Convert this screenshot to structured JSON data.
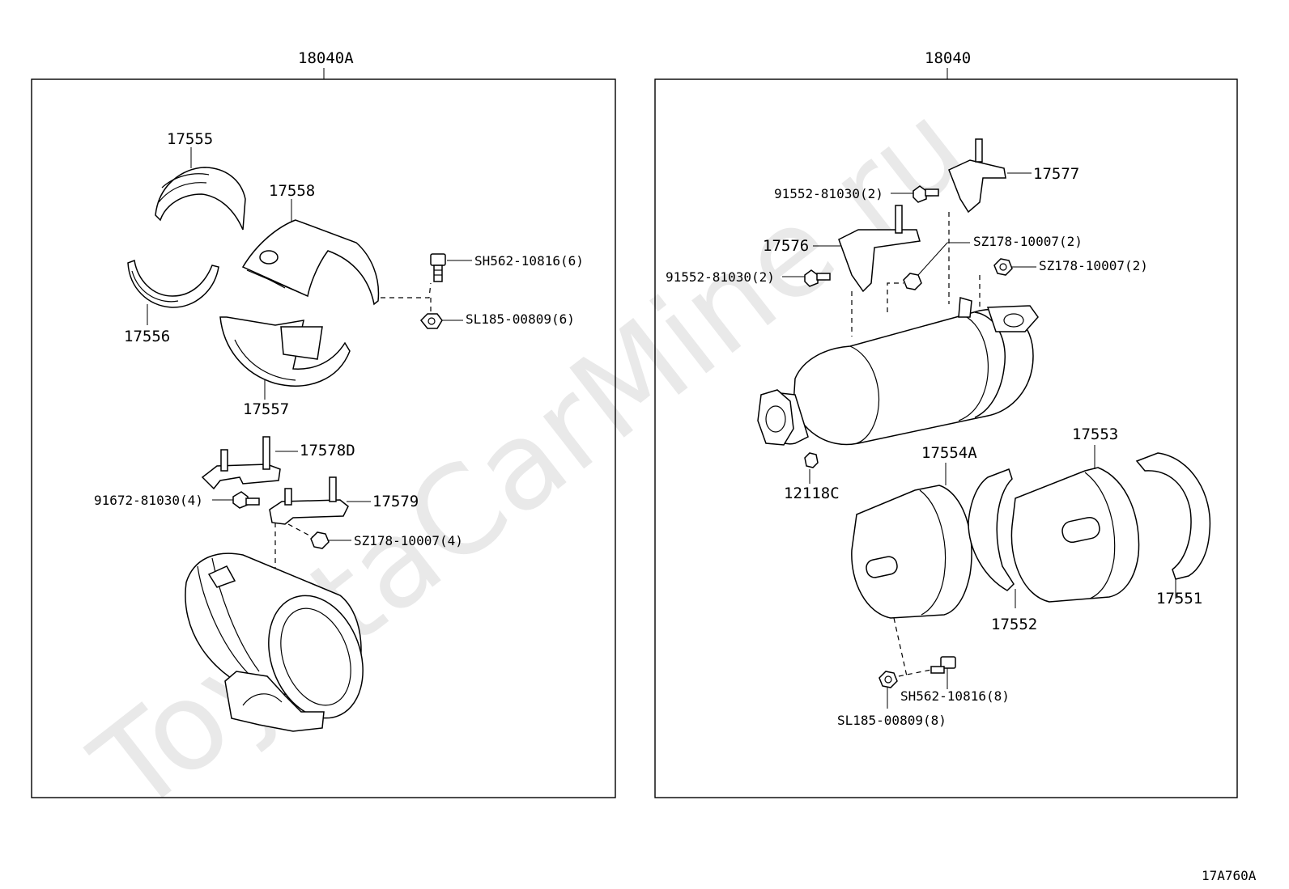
{
  "watermark": "ToyotaCarMine.ru",
  "diagram_code": "17A760A",
  "left_assembly": {
    "code": "18040A",
    "parts": {
      "p17555": "17555",
      "p17558": "17558",
      "p17556": "17556",
      "p17557": "17557",
      "bolt": "SH562-10816(6)",
      "nut": "SL185-00809(6)",
      "p17578D": "17578D",
      "p17579": "17579",
      "bolt2": "91672-81030(4)",
      "nut2": "SZ178-10007(4)"
    }
  },
  "right_assembly": {
    "code": "18040",
    "parts": {
      "p17577": "17577",
      "bolt_a": "91552-81030(2)",
      "p17576": "17576",
      "nut_a": "SZ178-10007(2)",
      "bolt_b": "91552-81030(2)",
      "nut_b": "SZ178-10007(2)",
      "p12118C": "12118C",
      "p17554A": "17554A",
      "p17553": "17553",
      "p17552": "17552",
      "p17551": "17551",
      "bolt_c": "SH562-10816(8)",
      "nut_c": "SL185-00809(8)"
    }
  }
}
